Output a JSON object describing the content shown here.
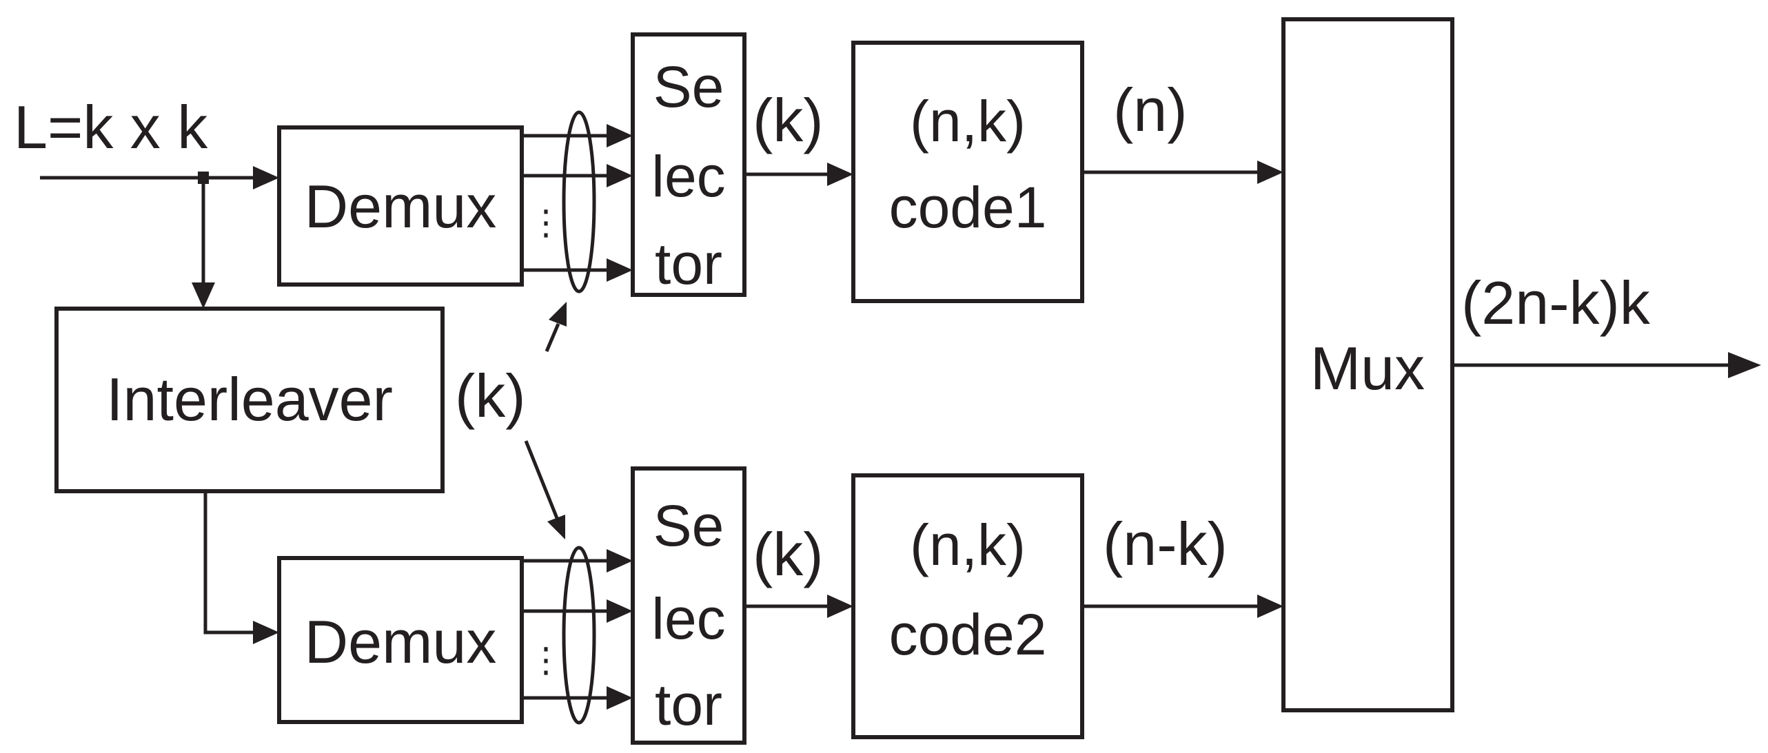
{
  "diagram": {
    "input_label": "L=k x k",
    "output_label": "(2n-k)k",
    "blocks": {
      "demux_top": "Demux",
      "demux_bottom": "Demux",
      "interleaver": "Interleaver",
      "selector_top": [
        "Se",
        "lec",
        "tor"
      ],
      "selector_bottom": [
        "Se",
        "lec",
        "tor"
      ],
      "code1": [
        "(n,k)",
        "code1"
      ],
      "code2": [
        "(n,k)",
        "code2"
      ],
      "mux": "Mux"
    },
    "edge_labels": {
      "interleaver_out": "(k)",
      "selector_top_out": "(k)",
      "selector_bottom_out": "(k)",
      "code1_out": "(n)",
      "code2_out": "(n-k)"
    },
    "ellipsis": "⋮"
  }
}
